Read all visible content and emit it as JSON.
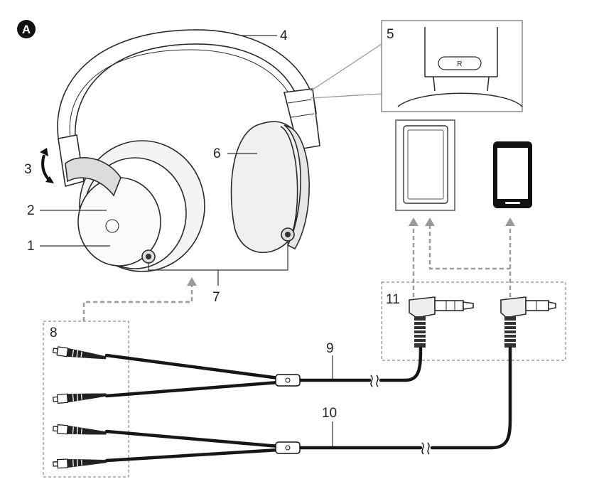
{
  "figure": {
    "badge": "A",
    "callouts": {
      "c1": "1",
      "c2": "2",
      "c3": "3",
      "c4": "4",
      "c5": "5",
      "c6": "6",
      "c7": "7",
      "c8": "8",
      "c9": "9",
      "c10": "10",
      "c11": "11"
    },
    "detail_marker": "R"
  },
  "colors": {
    "line": "#2a2a2a",
    "cable": "#161616",
    "dashed": "#9a9a9a",
    "badge": "#111111"
  }
}
